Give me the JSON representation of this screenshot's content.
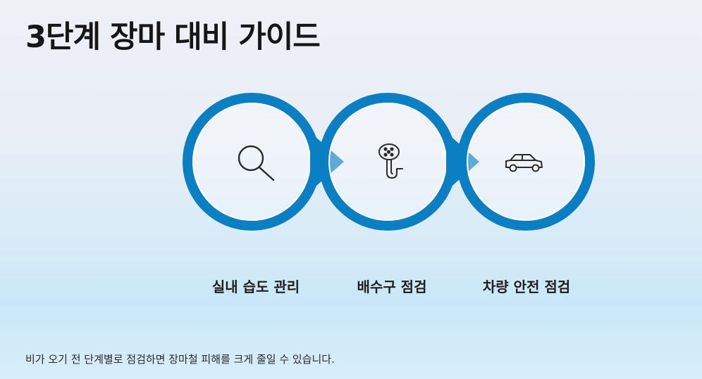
{
  "title": "3단계 장마 대비 가이드",
  "colors": {
    "ring": "#0a7fc4",
    "ring_inner_edge": "#ffffff",
    "icon": "#2b2b2b",
    "title": "#161616"
  },
  "steps": [
    {
      "label": "실내 습도 관리",
      "icon": "search-icon"
    },
    {
      "label": "배수구 점검",
      "icon": "drain-pipe-icon"
    },
    {
      "label": "차량 안전 점검",
      "icon": "car-icon"
    }
  ],
  "footer": "비가 오기 전 단계별로 점검하면 장마철 피해를 크게 줄일 수 있습니다."
}
